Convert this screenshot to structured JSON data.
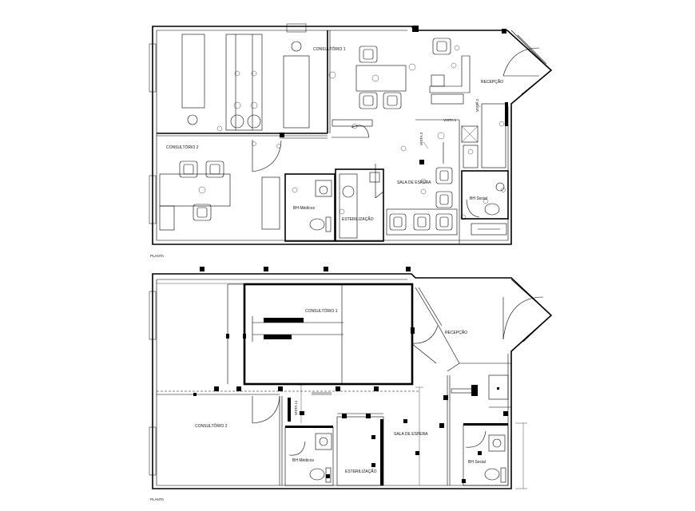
{
  "plan_top": {
    "caption": "PLANTA",
    "rooms": {
      "consultorio1": "CONSULTÓRIO 1",
      "consultorio2": "CONSULTÓRIO 2",
      "recepcao": "RECEPÇÃO",
      "sala_espera": "SALA DE ESPERA",
      "esterilizacao": "ESTERILIZAÇÃO",
      "bh_medicos": "BH Médicos",
      "bh_social": "BH Social"
    },
    "views": {
      "vista1": "VISTA 1",
      "vista2": "VISTA 2",
      "vista3": "VISTA 3"
    }
  },
  "plan_bottom": {
    "caption": "PLANTA",
    "rooms": {
      "consultorio1": "CONSULTÓRIO 1",
      "consultorio2": "CONSULTÓRIO 2",
      "recepcao": "RECEPÇÃO",
      "sala_espera": "SALA DE ESPERA",
      "esterilizacao": "ESTERILIZAÇÃO",
      "bh_medicos": "BH Médicos",
      "bh_social": "BH Social"
    },
    "views": {
      "vista11": "VISTA 11"
    }
  }
}
